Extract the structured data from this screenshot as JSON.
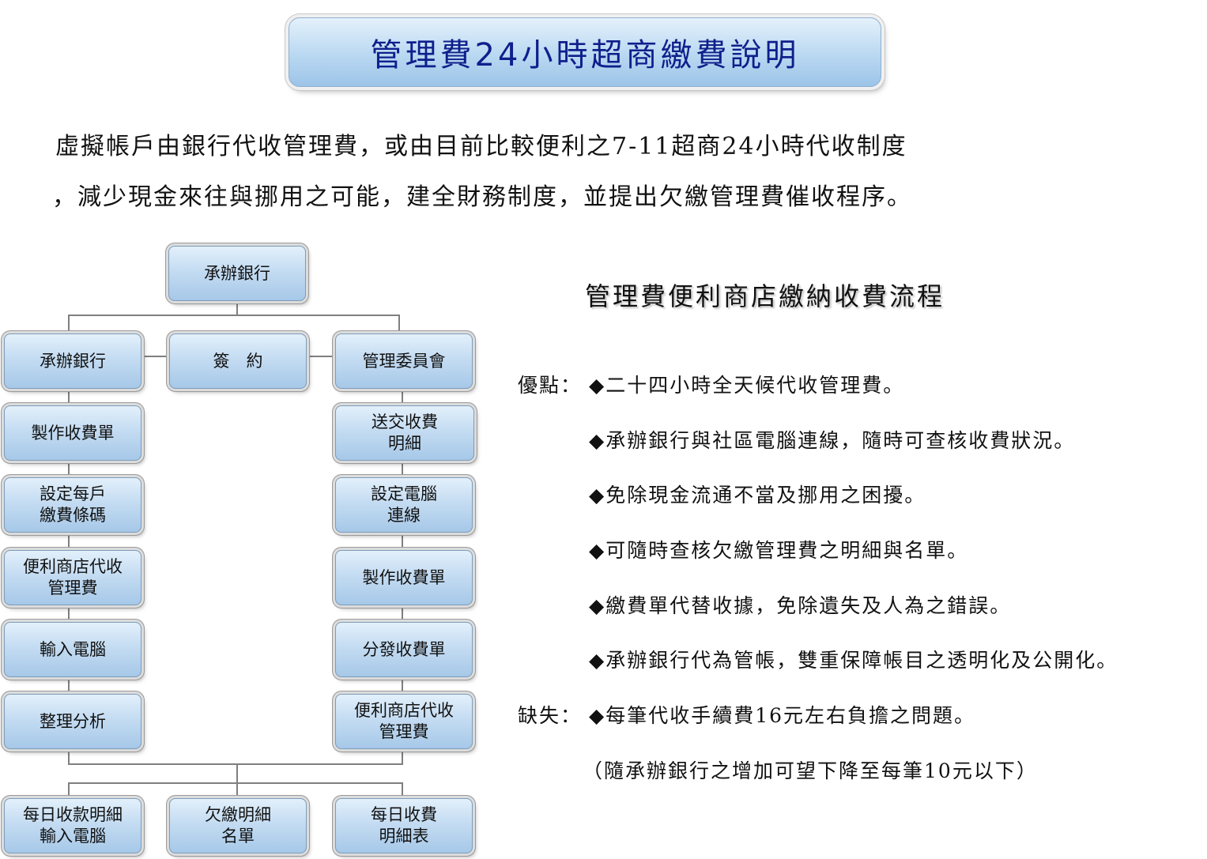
{
  "title": "管理費24小時超商繳費說明",
  "intro": {
    "line1": "虛擬帳戶由銀行代收管理費，或由目前比較便利之7-11超商24小時代收制度",
    "line2": "，減少現金來往與挪用之可能，建全財務制度，並提出欠繳管理費催收程序。"
  },
  "flow": {
    "top": "承辦銀行",
    "row1": {
      "left": "承辦銀行",
      "middle": "簽　約",
      "right": "管理委員會"
    },
    "left_column": [
      "製作收費單",
      "設定每戶\n繳費條碼",
      "便利商店代收\n管理費",
      "輸入電腦",
      "整理分析"
    ],
    "right_column": [
      "送交收費\n明細",
      "設定電腦\n連線",
      "製作收費單",
      "分發收費單",
      "便利商店代收\n管理費"
    ],
    "bottom": [
      "每日收款明細\n輸入電腦",
      "欠繳明細\n名單",
      "每日收費\n明細表"
    ]
  },
  "process": {
    "title": "管理費便利商店繳納收費流程",
    "advantages_label": "優點：",
    "advantages": [
      "◆二十四小時全天候代收管理費。",
      "◆承辦銀行與社區電腦連線，隨時可查核收費狀況。",
      "◆免除現金流通不當及挪用之困擾。",
      "◆可隨時查核欠繳管理費之明細與名單。",
      "◆繳費單代替收據，免除遺失及人為之錯誤。",
      "◆承辦銀行代為管帳，雙重保障帳目之透明化及公開化。"
    ],
    "disadvantages_label": "缺失：",
    "disadvantages": [
      "◆每筆代收手續費16元左右負擔之問題。",
      "（隨承辦銀行之增加可望下降至每筆10元以下）"
    ]
  }
}
